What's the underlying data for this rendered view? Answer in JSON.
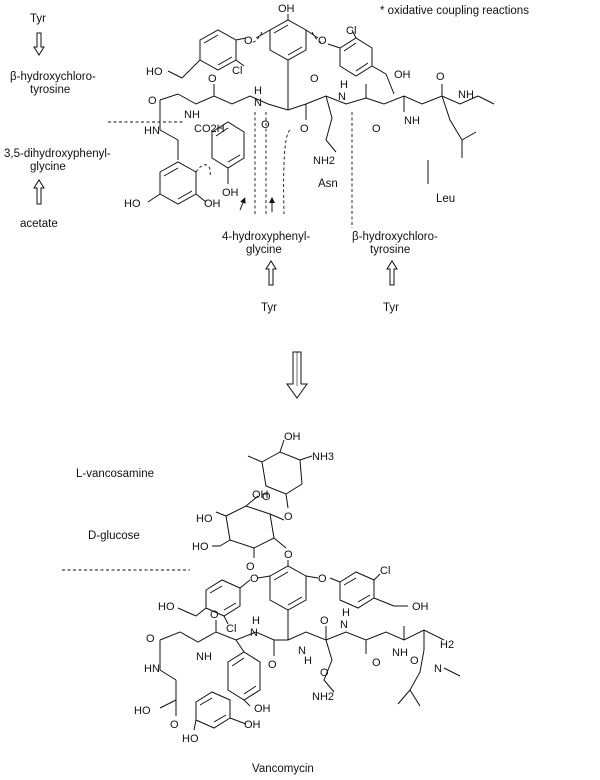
{
  "top": {
    "note": "* oxidative coupling reactions",
    "tyr_left": "Tyr",
    "bhct_left_line1": "β-hydroxychloro-",
    "bhct_left_line2": "tyrosine",
    "dhpg_line1": "3,5-dihydroxyphenyl-",
    "dhpg_line2": "glycine",
    "acetate": "acetate",
    "hpg_line1": "4-hydroxyphenyl-",
    "hpg_line2": "glycine",
    "tyr_bottom_mid": "Tyr",
    "bhct_right_line1": "β-hydroxychloro-",
    "bhct_right_line2": "tyrosine",
    "tyr_bottom_right": "Tyr",
    "asn": "Asn",
    "leu": "Leu",
    "atoms": {
      "oh": "OH",
      "ho": "HO",
      "cl": "Cl",
      "o": "O",
      "nh": "NH",
      "hn": "HN",
      "n": "N",
      "h": "H",
      "nh2": "NH2",
      "co2h": "CO2H"
    }
  },
  "bottom": {
    "vancosamine": "L-vancosamine",
    "glucose": "D-glucose",
    "product": "Vancomycin",
    "atoms": {
      "oh": "OH",
      "ho": "HO",
      "nh3": "NH3",
      "cl": "Cl",
      "o": "O",
      "nh": "NH",
      "hn": "HN",
      "n": "N",
      "h": "H",
      "h2": "H2",
      "nh2": "NH2"
    }
  }
}
